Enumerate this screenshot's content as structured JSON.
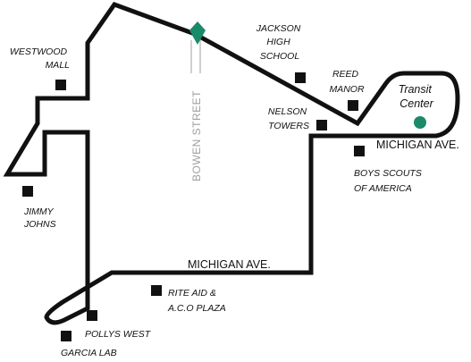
{
  "colors": {
    "route": "#111111",
    "stop": "#111111",
    "transit_marker": "#1a8a6a",
    "street_label": "#a0a0a0",
    "background": "#ffffff"
  },
  "streets": {
    "bowen": "BOWEN STREET",
    "michigan_upper": "MICHIGAN AVE.",
    "michigan_lower": "MICHIGAN AVE."
  },
  "stops": {
    "westwood_mall": [
      "WESTWOOD",
      "MALL"
    ],
    "jackson_high_school": [
      "JACKSON",
      "HIGH",
      "SCHOOL"
    ],
    "reed_manor": [
      "REED",
      "MANOR"
    ],
    "transit_center": [
      "Transit",
      "Center"
    ],
    "nelson_towers": [
      "NELSON",
      "TOWERS"
    ],
    "boys_scouts": [
      "BOYS SCOUTS",
      "OF AMERICA"
    ],
    "jimmy_johns": [
      "JIMMY",
      "JOHNS"
    ],
    "rite_aid": [
      "RITE AID &",
      "A.C.O PLAZA"
    ],
    "pollys_west": [
      "POLLYS WEST"
    ],
    "garcia_lab": [
      "GARCIA LAB"
    ]
  },
  "icons": {
    "start_marker": "green-diamond-pin",
    "transit_marker": "green-circle",
    "stop_marker": "black-square"
  }
}
